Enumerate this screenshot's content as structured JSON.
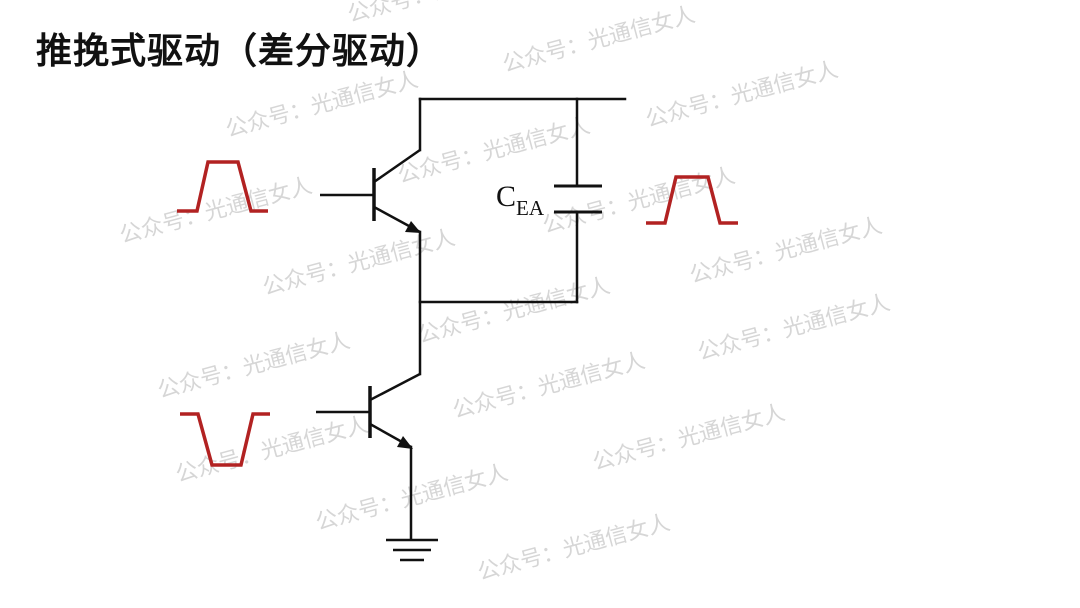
{
  "title": "推挽式驱动（差分驱动）",
  "capacitor": {
    "main": "C",
    "sub": "EA"
  },
  "watermark": "公众号：光通信女人",
  "colors": {
    "wire": "#111111",
    "pulse": "#b22222",
    "watermark": "#d6d6d6"
  }
}
